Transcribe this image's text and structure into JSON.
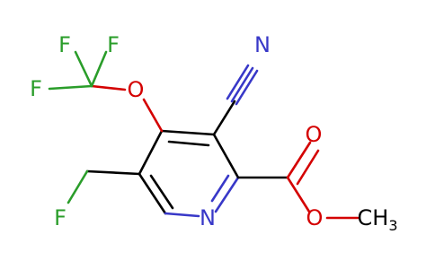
{
  "molecule": {
    "colors": {
      "carbon_bond": "#000000",
      "nitrogen": "#3838c8",
      "oxygen": "#d40000",
      "fluorine": "#2a9d2a"
    },
    "atoms": {
      "cyano_n": "N",
      "ring_n": "N",
      "ether_o": "O",
      "carbonyl_o": "O",
      "ester_o": "O",
      "methyl": "CH",
      "methyl_sub": "3",
      "f_left": "F",
      "f_top1": "F",
      "f_top2": "F",
      "f_ch2": "F"
    }
  }
}
